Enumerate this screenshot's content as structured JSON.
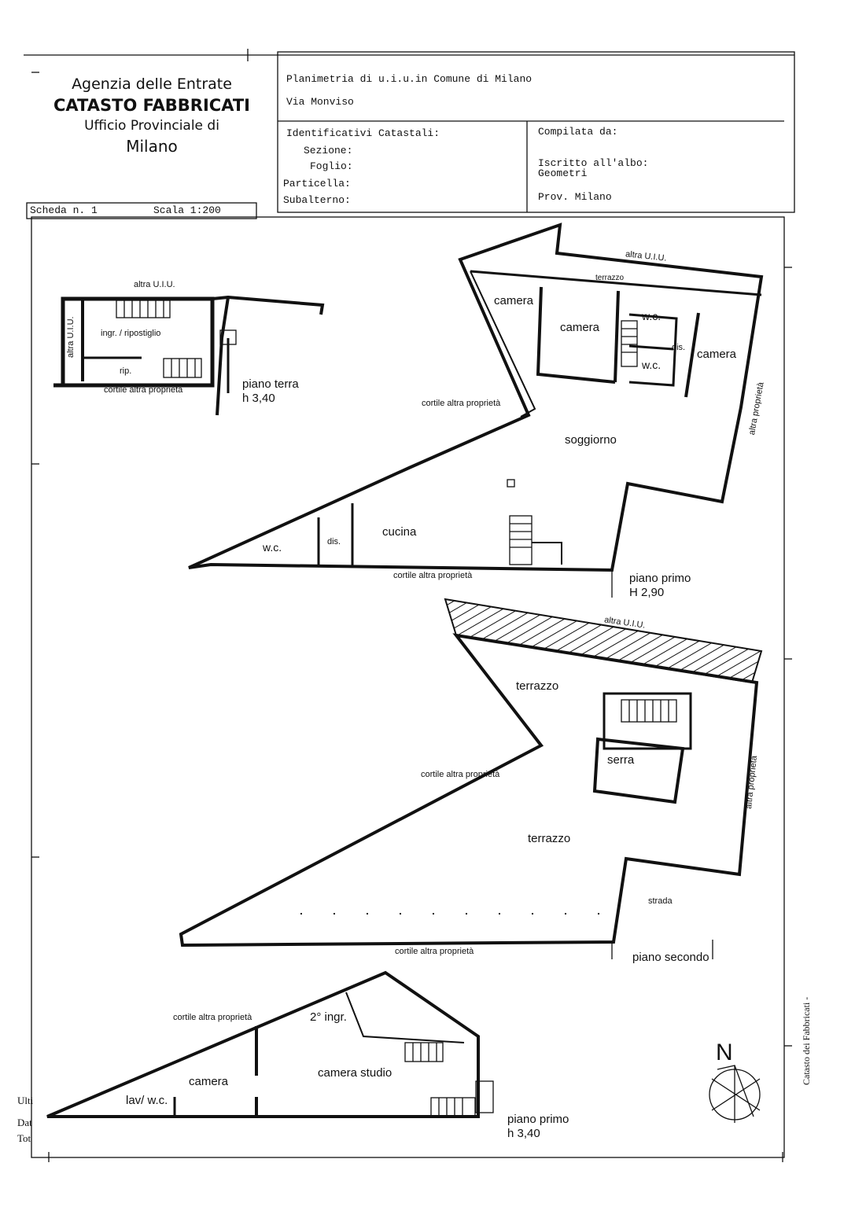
{
  "agency": {
    "line1": "Agenzia delle Entrate",
    "line2": "CATASTO FABBRICATI",
    "line3": "Ufficio Provinciale di",
    "line4": "Milano"
  },
  "header": {
    "planimetria": "Planimetria di u.i.u.in Comune di Milano",
    "address": "Via Monviso",
    "identificativi": "Identificativi Catastali:",
    "sezione": "Sezione:",
    "foglio": "Foglio:",
    "particella": "Particella:",
    "subalterno": "Subalterno:",
    "compilata": "Compilata da:",
    "iscritto": "Iscritto all'albo:",
    "geometri": "Geometri",
    "prov": "Prov. Milano"
  },
  "scheda": {
    "number": "Scheda n. 1",
    "scale": "Scala 1:200"
  },
  "ground_floor": {
    "altra_uiu_top": "altra U.I.U.",
    "altra_uiu_side": "altra U.I.U.",
    "room1": "ingr. / ripostiglio",
    "room2": "rip.",
    "cortile": "cortile altra proprietà",
    "level": "piano terra",
    "height": "h 3,40"
  },
  "first_floor": {
    "altra_uiu": "altra U.I.U.",
    "terrazzo": "terrazzo",
    "camera1": "camera",
    "camera2": "camera",
    "wc1": "w.c.",
    "dis1": "dis.",
    "wc2": "w.c.",
    "camera3": "camera",
    "altra_proprieta": "altra proprietà",
    "cortile_left": "cortile altra proprietà",
    "soggiorno": "soggiorno",
    "cucina": "cucina",
    "wc3": "w.c.",
    "dis2": "dis.",
    "cortile_bottom": "cortile altra proprietà",
    "level": "piano primo",
    "height": "H 2,90"
  },
  "second_floor": {
    "altra_uiu": "altra U.I.U.",
    "terrazzo1": "terrazzo",
    "serra": "serra",
    "cortile_left": "cortile altra proprietà",
    "altra_proprieta": "altra proprietà",
    "terrazzo2": "terrazzo",
    "strada": "strada",
    "cortile_bottom": "cortile altra proprietà",
    "level": "piano secondo"
  },
  "other_unit": {
    "cortile": "cortile altra proprietà",
    "ingresso2": "2° ingr.",
    "camera_studio": "camera studio",
    "camera": "camera",
    "lav_wc": "lav/ w.c.",
    "level": "piano primo",
    "height": "h 3,40",
    "left_fragments": [
      "Ulti",
      "Dat",
      "Tot"
    ]
  },
  "north": {
    "label": "N"
  },
  "margin_text": {
    "catasto": "Catasto dei Fabbricati -"
  }
}
